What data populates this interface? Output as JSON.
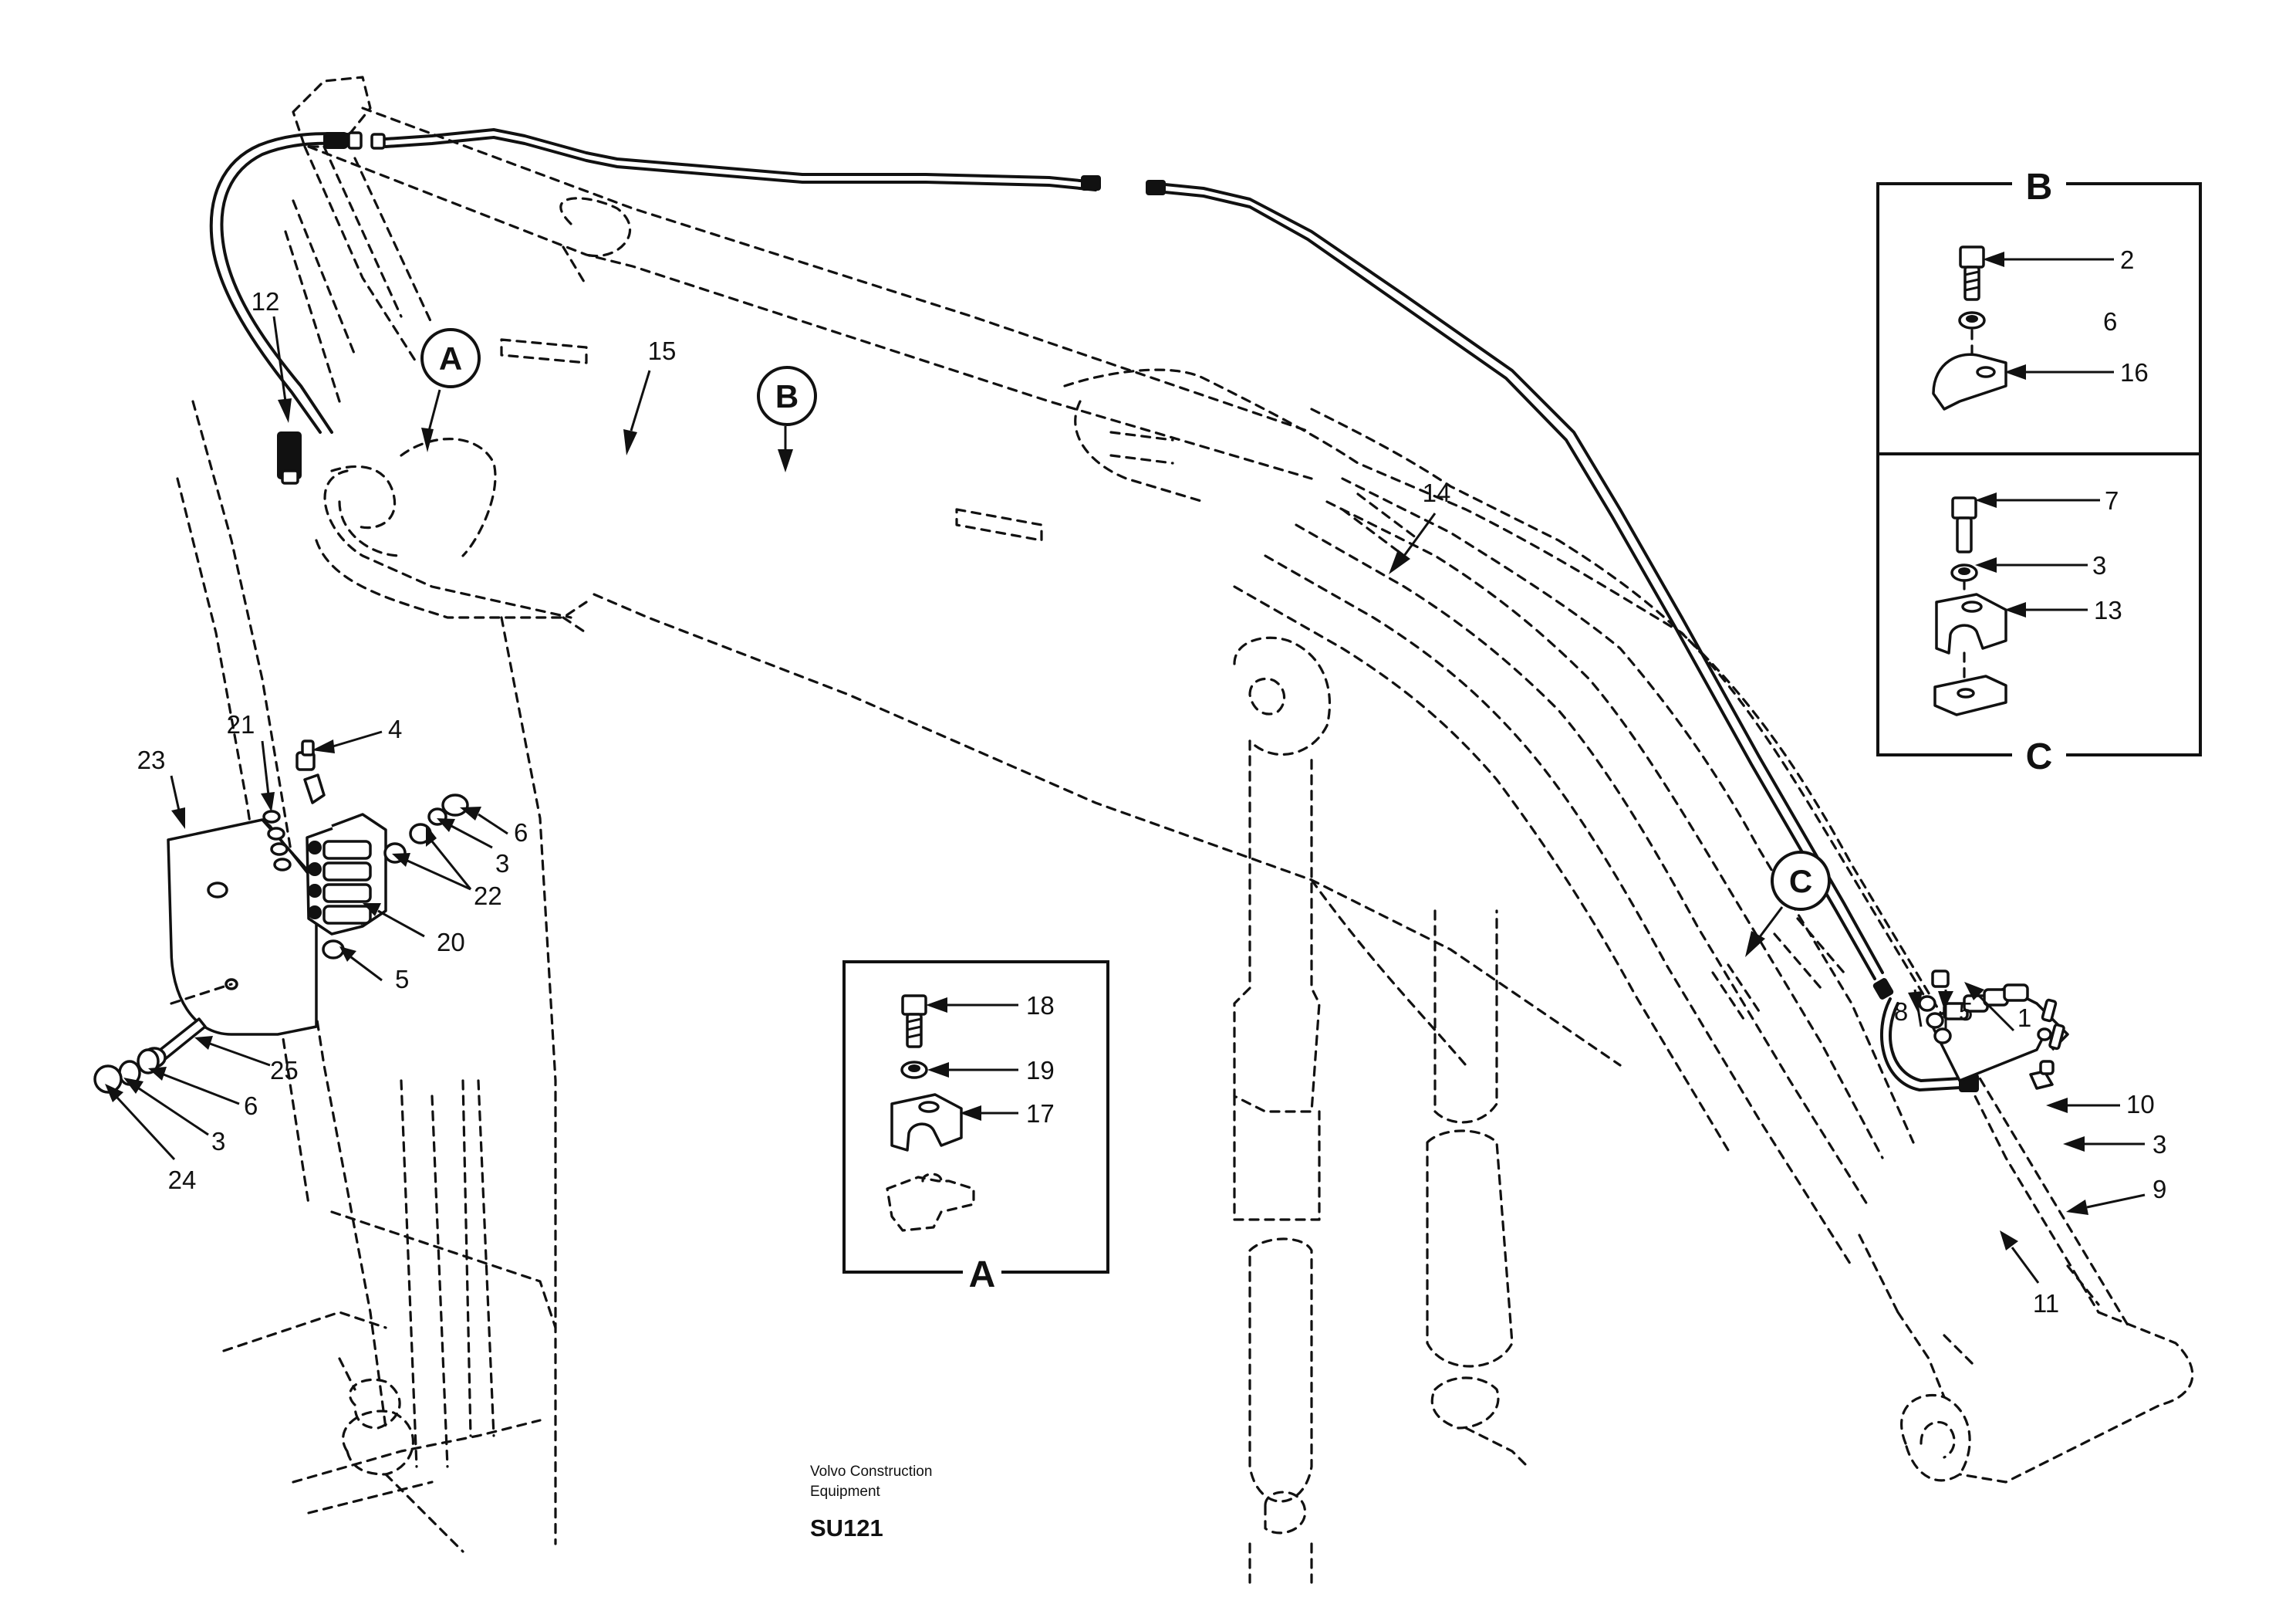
{
  "views": {
    "a_letter": "A",
    "b_letter": "B",
    "c_letter": "C"
  },
  "markers": {
    "a": "A",
    "b": "B",
    "c": "C"
  },
  "callouts": {
    "n1": "1",
    "n2": "2",
    "n3_left": "3",
    "n3_lower": "3",
    "n3_c": "3",
    "n3_right": "3",
    "n4": "4",
    "n5_left": "5",
    "n5_right": "5",
    "n6_left": "6",
    "n6_lower": "6",
    "n6_b": "6",
    "n7": "7",
    "n8": "8",
    "n9": "9",
    "n10": "10",
    "n11": "11",
    "n12": "12",
    "n13": "13",
    "n14": "14",
    "n15": "15",
    "n16": "16",
    "n17": "17",
    "n18": "18",
    "n19": "19",
    "n20": "20",
    "n21": "21",
    "n22": "22",
    "n23": "23",
    "n24": "24",
    "n25": "25"
  },
  "footer": {
    "company_line1": "Volvo Construction",
    "company_line2": "Equipment",
    "code": "SU121"
  }
}
